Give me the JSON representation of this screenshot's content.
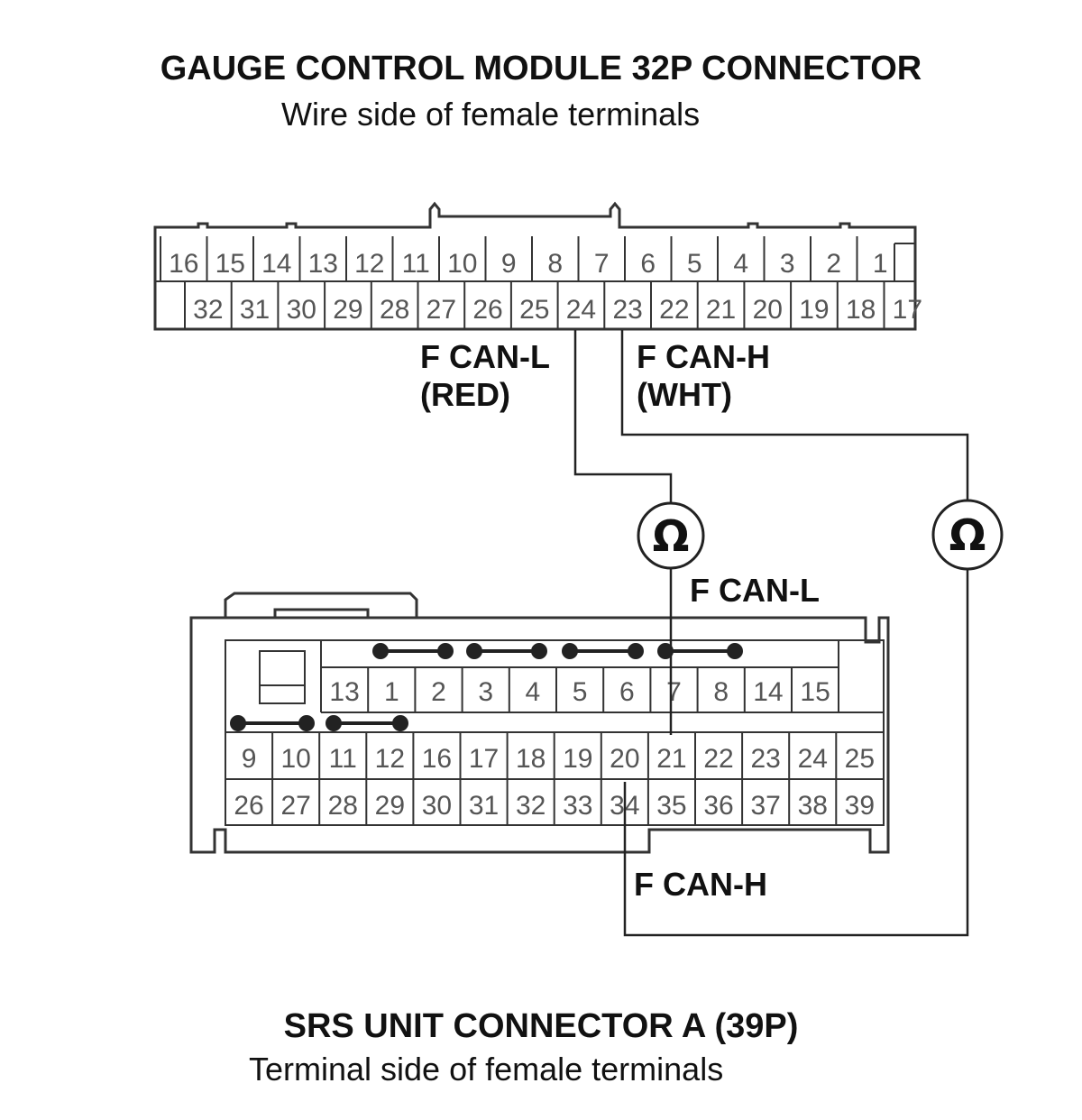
{
  "top": {
    "title": "GAUGE CONTROL MODULE 32P CONNECTOR",
    "subtitle": "Wire side of female terminals",
    "row1": [
      "16",
      "15",
      "14",
      "13",
      "12",
      "11",
      "10",
      "9",
      "8",
      "7",
      "6",
      "5",
      "4",
      "3",
      "2",
      "1"
    ],
    "row2": [
      "32",
      "31",
      "30",
      "29",
      "28",
      "27",
      "26",
      "25",
      "24",
      "23",
      "22",
      "21",
      "20",
      "19",
      "18",
      "17"
    ]
  },
  "bottom": {
    "title": "SRS UNIT CONNECTOR A (39P)",
    "subtitle": "Terminal side of female terminals",
    "row1": [
      "13",
      "1",
      "2",
      "3",
      "4",
      "5",
      "6",
      "7",
      "8",
      "14",
      "15"
    ],
    "row2": [
      "9",
      "10",
      "11",
      "12",
      "16",
      "17",
      "18",
      "19",
      "20",
      "21",
      "22",
      "23",
      "24",
      "25"
    ],
    "row3": [
      "26",
      "27",
      "28",
      "29",
      "30",
      "31",
      "32",
      "33",
      "34",
      "35",
      "36",
      "37",
      "38",
      "39"
    ]
  },
  "labels": {
    "can_l_top": "F CAN-L",
    "can_l_color": "(RED)",
    "can_h_top": "F CAN-H",
    "can_h_color": "(WHT)",
    "can_l_bottom": "F CAN-L",
    "can_h_bottom": "F CAN-H",
    "ohm_symbol": "Ω"
  }
}
